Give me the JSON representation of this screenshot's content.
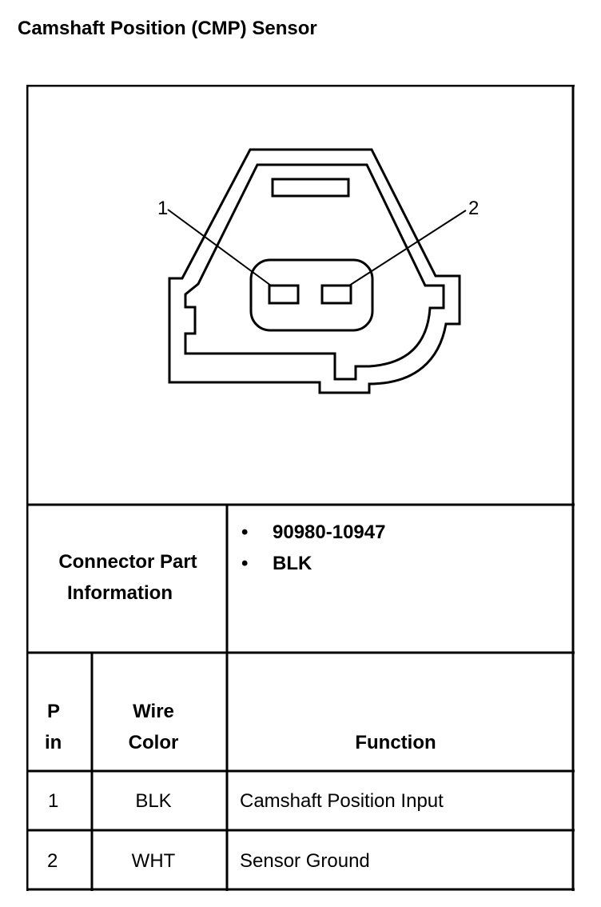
{
  "title": "Camshaft Position (CMP) Sensor",
  "diagram": {
    "pin_label_1": "1",
    "pin_label_2": "2"
  },
  "connector_info": {
    "label_line1": "Connector Part",
    "label_line2": "Information",
    "bullets": [
      "90980-10947",
      "BLK"
    ],
    "bullet_char": "•"
  },
  "table": {
    "headers": {
      "pin_line1": "P",
      "pin_line2": "in",
      "wire_line1": "Wire",
      "wire_line2": "Color",
      "function": "Function"
    },
    "rows": [
      {
        "pin": "1",
        "wire": "BLK",
        "function": "Camshaft Position Input"
      },
      {
        "pin": "2",
        "wire": "WHT",
        "function": "Sensor Ground"
      }
    ]
  }
}
